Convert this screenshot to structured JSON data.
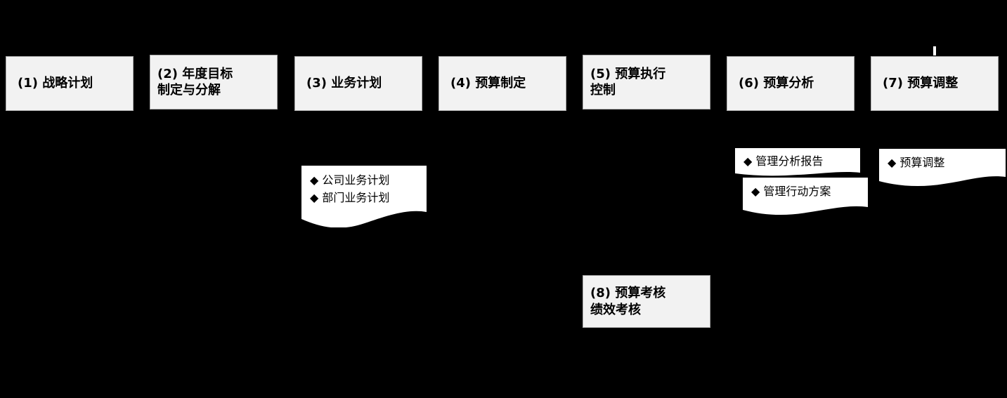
{
  "colors": {
    "background": "#000000",
    "box_fill": "#f2f2f2",
    "doc_fill": "#ffffff",
    "text": "#000000"
  },
  "process_boxes": [
    {
      "label": "(1) 战略计划"
    },
    {
      "label": "(2) 年度目标\n制定与分解"
    },
    {
      "label": "(3) 业务计划"
    },
    {
      "label": "(4) 预算制定"
    },
    {
      "label": "(5) 预算执行\n控制"
    },
    {
      "label": "(6) 预算分析"
    },
    {
      "label": "(7) 预算调整"
    }
  ],
  "assessment_box": {
    "label": "(8) 预算考核\n绩效考核"
  },
  "documents": [
    {
      "name": "business-plans",
      "items": [
        "◆ 公司业务计划",
        "◆ 部门业务计划"
      ]
    },
    {
      "name": "management-analysis-report",
      "items": [
        "◆ 管理分析报告"
      ]
    },
    {
      "name": "management-action-plan",
      "items": [
        "◆ 管理行动方案"
      ]
    },
    {
      "name": "budget-adjustment",
      "items": [
        "◆ 预算调整"
      ]
    }
  ]
}
